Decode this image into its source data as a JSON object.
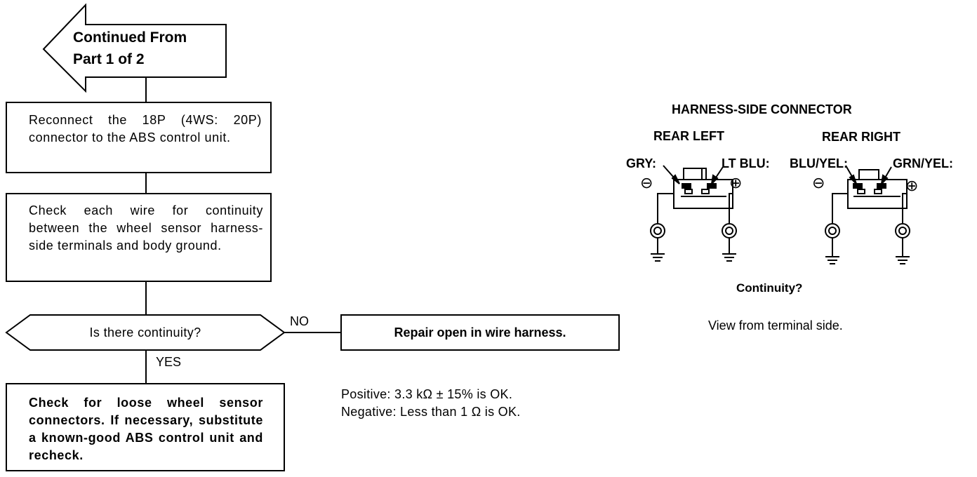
{
  "flow": {
    "start_arrow": {
      "line1": "Continued From",
      "line2": "Part 1 of 2"
    },
    "step1": "Reconnect the 18P (4WS: 20P) connector to the ABS control unit.",
    "step2": "Check each wire for continuity between the wheel sensor harness-side terminals and body ground.",
    "decision": "Is there continuity?",
    "no_label": "NO",
    "yes_label": "YES",
    "no_result": "Repair open in wire harness.",
    "yes_result": "Check for loose wheel sensor connectors. If necessary, substitute a known-good ABS control unit and recheck."
  },
  "spec": {
    "positive": "Positive:  3.3 kΩ ± 15% is OK.",
    "negative": "Negative: Less than 1 Ω is OK."
  },
  "connector_figure": {
    "title": "HARNESS-SIDE CONNECTOR",
    "rear_left": {
      "label": "REAR LEFT",
      "left_wire": "GRY:",
      "right_wire": "LT BLU:"
    },
    "rear_right": {
      "label": "REAR RIGHT",
      "left_wire": "BLU/YEL:",
      "right_wire": "GRN/YEL:"
    },
    "minus_symbol": "⊖",
    "plus_symbol": "⊕",
    "continuity_caption": "Continuity?",
    "view_caption": "View from terminal side."
  }
}
